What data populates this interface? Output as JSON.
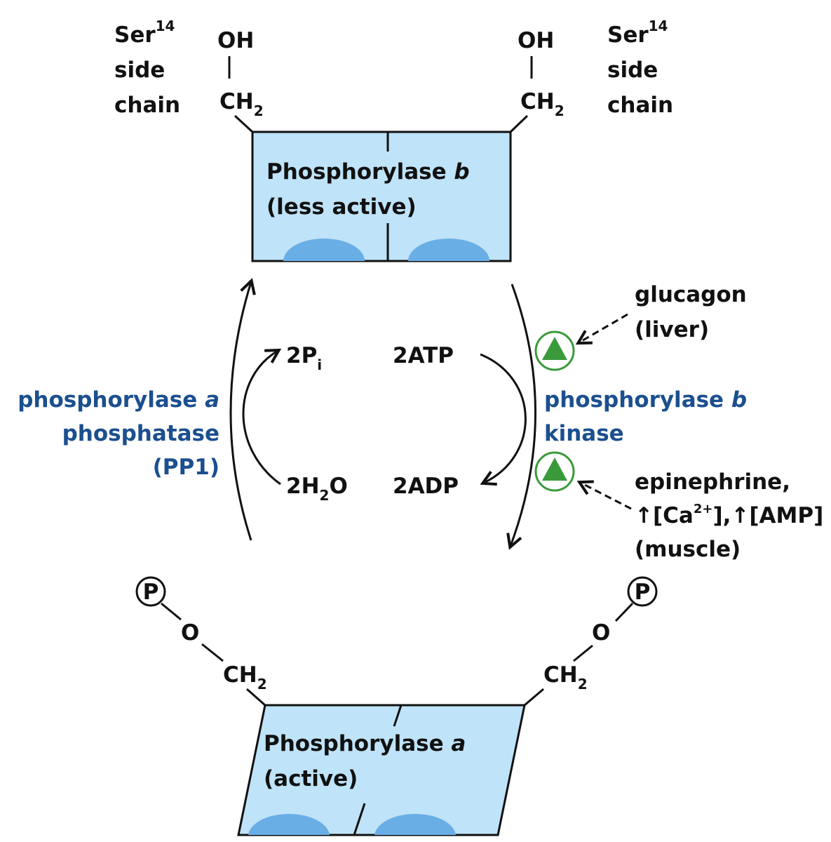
{
  "colors": {
    "box_fill": "#bfe3f8",
    "box_stroke": "#111111",
    "site_fill": "#6aaee6",
    "enzyme_text": "#1b4f8f",
    "activator_green": "#3a9a3a",
    "text": "#111111"
  },
  "top": {
    "left_side_chain": {
      "l1": "Ser",
      "sup": "14",
      "l2": "side",
      "l3": "chain"
    },
    "right_side_chain": {
      "l1": "Ser",
      "sup": "14",
      "l2": "side",
      "l3": "chain"
    },
    "group_oh": "OH",
    "group_ch": "CH",
    "group_sub": "2",
    "enzyme_prefix": "Phosphorylase ",
    "enzyme_italic": "b",
    "enzyme_state": "(less active)"
  },
  "bottom": {
    "phosphate": "P",
    "oxygen": "O",
    "group_ch": "CH",
    "group_sub": "2",
    "enzyme_prefix": "Phosphorylase ",
    "enzyme_italic": "a",
    "enzyme_state": "(active)"
  },
  "left_enzyme": {
    "l1_prefix": "phosphorylase ",
    "l1_italic": "a",
    "l2": "phosphatase",
    "l3": "(PP1)"
  },
  "right_enzyme": {
    "l1_prefix": "phosphorylase ",
    "l1_italic": "b",
    "l2": "kinase"
  },
  "reactants": {
    "pi": "2P",
    "pi_sub": "i",
    "h2o_a": "2H",
    "h2o_sub": "2",
    "h2o_b": "O",
    "atp": "2ATP",
    "adp": "2ADP"
  },
  "activators": {
    "glucagon": {
      "l1": "glucagon",
      "l2": "(liver)"
    },
    "muscle": {
      "l1": "epinephrine,",
      "arrow": "↑",
      "ca": "[Ca",
      "ca_sup": "2+",
      "ca_close": "],",
      "amp": "[AMP]",
      "l3": "(muscle)"
    }
  }
}
